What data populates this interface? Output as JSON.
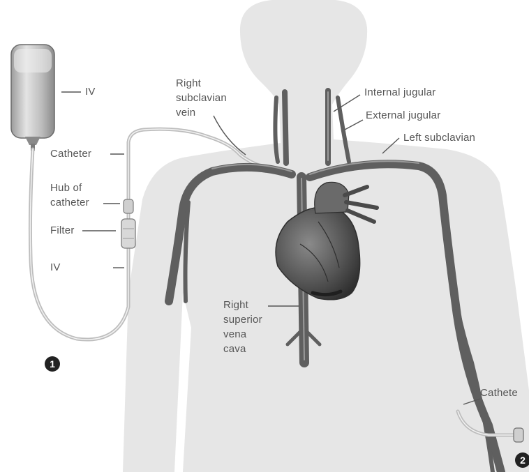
{
  "colors": {
    "background": "#ffffff",
    "body_silhouette": "#e6e6e6",
    "vessel": "#5f5f5f",
    "vessel_highlight": "#9a9a9a",
    "heart": "#4a4a4a",
    "tubing": "#c4c4c4",
    "label_text": "#555555"
  },
  "labels": {
    "iv_bag": "IV",
    "catheter_left": "Catheter",
    "hub_line1": "Hub of",
    "hub_line2": "catheter",
    "filter": "Filter",
    "iv_lower": "IV",
    "right_subclavian_line1": "Right",
    "right_subclavian_line2": "subclavian",
    "right_subclavian_line3": "vein",
    "internal_jugular": "Internal jugular",
    "external_jugular": "External jugular",
    "left_subclavian": "Left subclavian",
    "svc_line1": "Right",
    "svc_line2": "superior",
    "svc_line3": "vena",
    "svc_line4": "cava",
    "catheter_right": "Cathete"
  },
  "badges": {
    "one": "1",
    "two": "2"
  }
}
